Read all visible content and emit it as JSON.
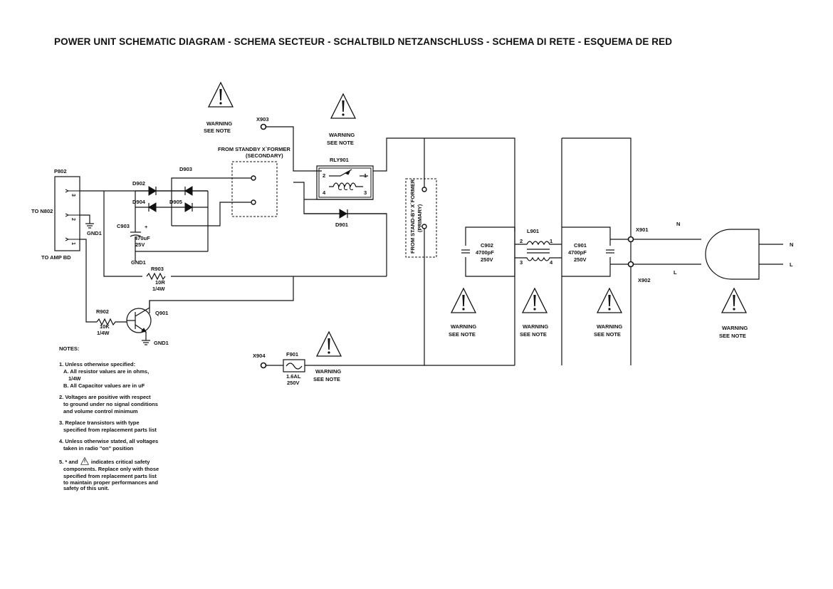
{
  "title": "POWER UNIT SCHEMATIC DIAGRAM - SCHEMA SECTEUR - SCHALTBILD NETZANSCHLUSS - SCHEMA DI RETE - ESQUEMA DE RED",
  "warning": {
    "line1": "WARNING",
    "line2": "SEE NOTE"
  },
  "connectors": {
    "p802": "P802",
    "to_n802": "TO N802",
    "to_amp_bd": "TO AMP BD",
    "pins": [
      "3",
      "2",
      "1"
    ],
    "x903": "X903",
    "x904": "X904",
    "x901": "X901",
    "x902": "X902"
  },
  "labels": {
    "standby_secondary_1": "FROM STANDBY X`FORMER",
    "standby_secondary_2": "(SECONDARY)",
    "standby_primary_1": "FROM STAND-BY X`FORMER",
    "standby_primary_2": "(PRIMARY)",
    "gnd": "GND1",
    "n": "N",
    "l": "L"
  },
  "components": {
    "d902": "D902",
    "d903": "D903",
    "d904": "D904",
    "d905": "D905",
    "d901": "D901",
    "c903": {
      "ref": "C903",
      "value": "470uF",
      "voltage": "25V",
      "plus": "+"
    },
    "r903": {
      "ref": "R903",
      "value": "10R",
      "power": "1/4W"
    },
    "r902": {
      "ref": "R902",
      "value": "10K",
      "power": "1/4W"
    },
    "q901": "Q901",
    "rly901": {
      "ref": "RLY901",
      "pins": [
        "2",
        "1",
        "4",
        "3"
      ]
    },
    "f901": {
      "ref": "F901",
      "value": "1.6AL",
      "voltage": "250V"
    },
    "c902": {
      "ref": "C902",
      "value": "4700pF",
      "voltage": "250V"
    },
    "c901": {
      "ref": "C901",
      "value": "4700pF",
      "voltage": "250V"
    },
    "l901": {
      "ref": "L901",
      "pins": [
        "2",
        "1",
        "3",
        "4"
      ]
    }
  },
  "notes": {
    "heading": "NOTES:",
    "n1": "1. Unless otherwise specified:",
    "n1a": "A. All resistor values are in ohms,",
    "n1a2": "1/4W",
    "n1b": "B. All Capacitor values are in uF",
    "n2a": "2. Voltages are positive with respect",
    "n2b": "to ground under no signal conditions",
    "n2c": "and volume control minimum",
    "n3a": "3. Replace transistors with type",
    "n3b": "specified from replacement parts list",
    "n4a": "4. Unless otherwise stated, all voltages",
    "n4b": "taken in radio \"on\" position",
    "n5a_pre": "5. * and",
    "n5a_post": "indicates critical safety",
    "n5b": "components. Replace only with those",
    "n5c": "specified from replacement parts list",
    "n5d": "to maintain proper performances and",
    "n5e": "safety of this unit."
  }
}
